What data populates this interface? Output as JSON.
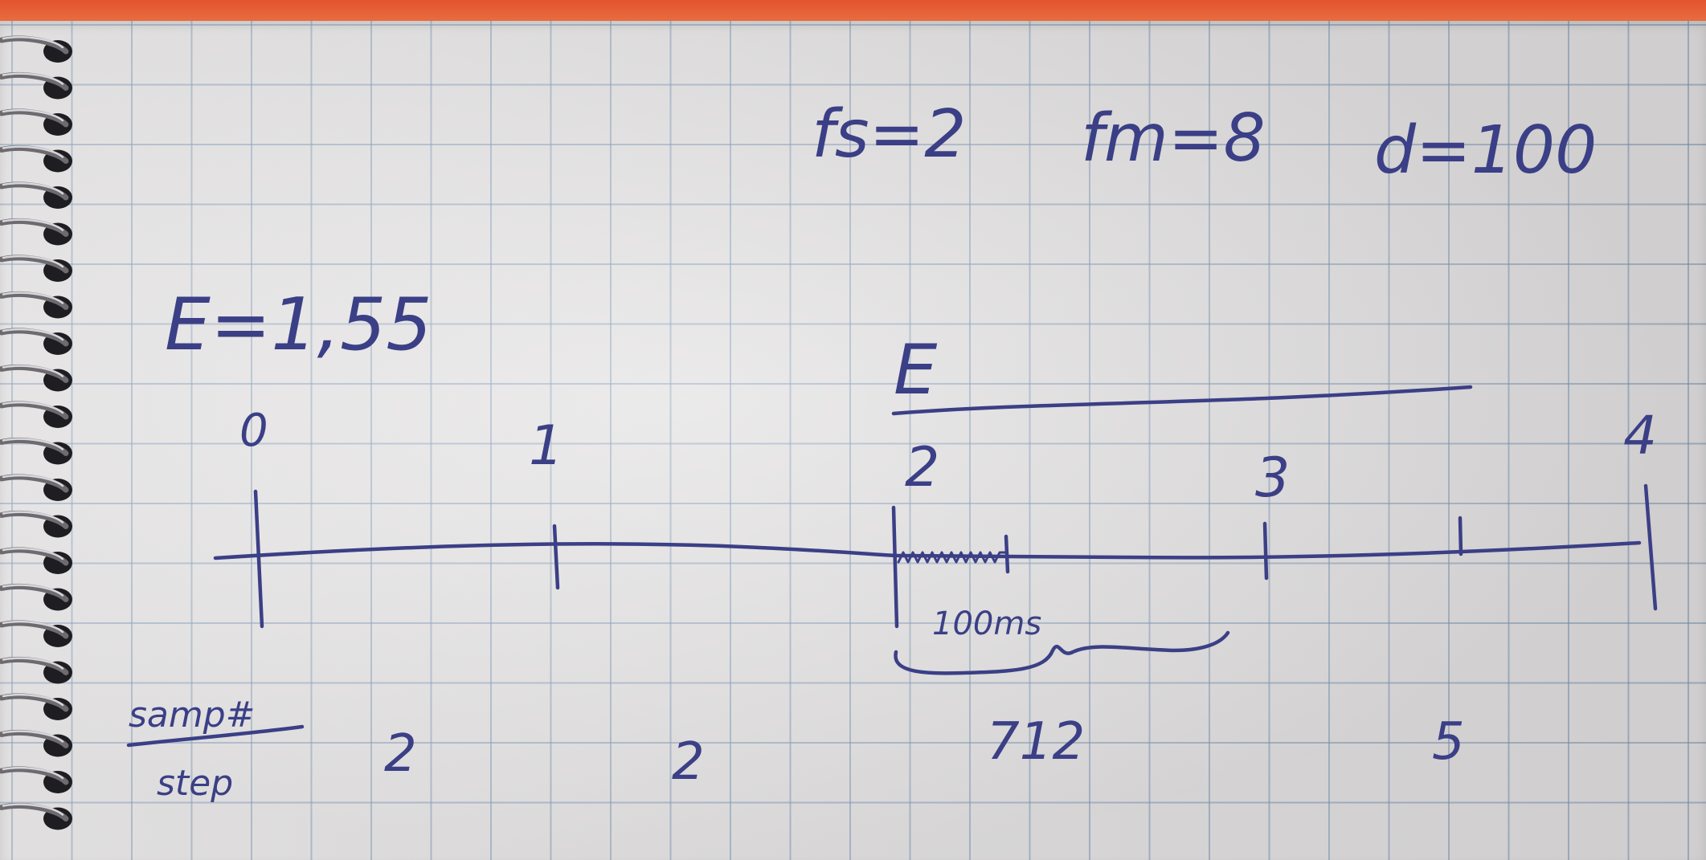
{
  "header_params": {
    "fs": "fs=2",
    "fm": "fm=8",
    "d": "d=100"
  },
  "energy_label": "E=1,55",
  "bracket_label": "E",
  "timeline": {
    "markers": [
      "0",
      "1",
      "2",
      "3",
      "4"
    ],
    "segment_note": "100ms"
  },
  "samples_label_top": "samp#",
  "samples_label_bottom": "step",
  "samples_per_step": [
    "2",
    "2",
    "712",
    "5"
  ],
  "colors": {
    "ink": "#3b3f86",
    "paper": "#e8e6e6",
    "grid": "#7896b9",
    "cover": "#e2532e"
  }
}
